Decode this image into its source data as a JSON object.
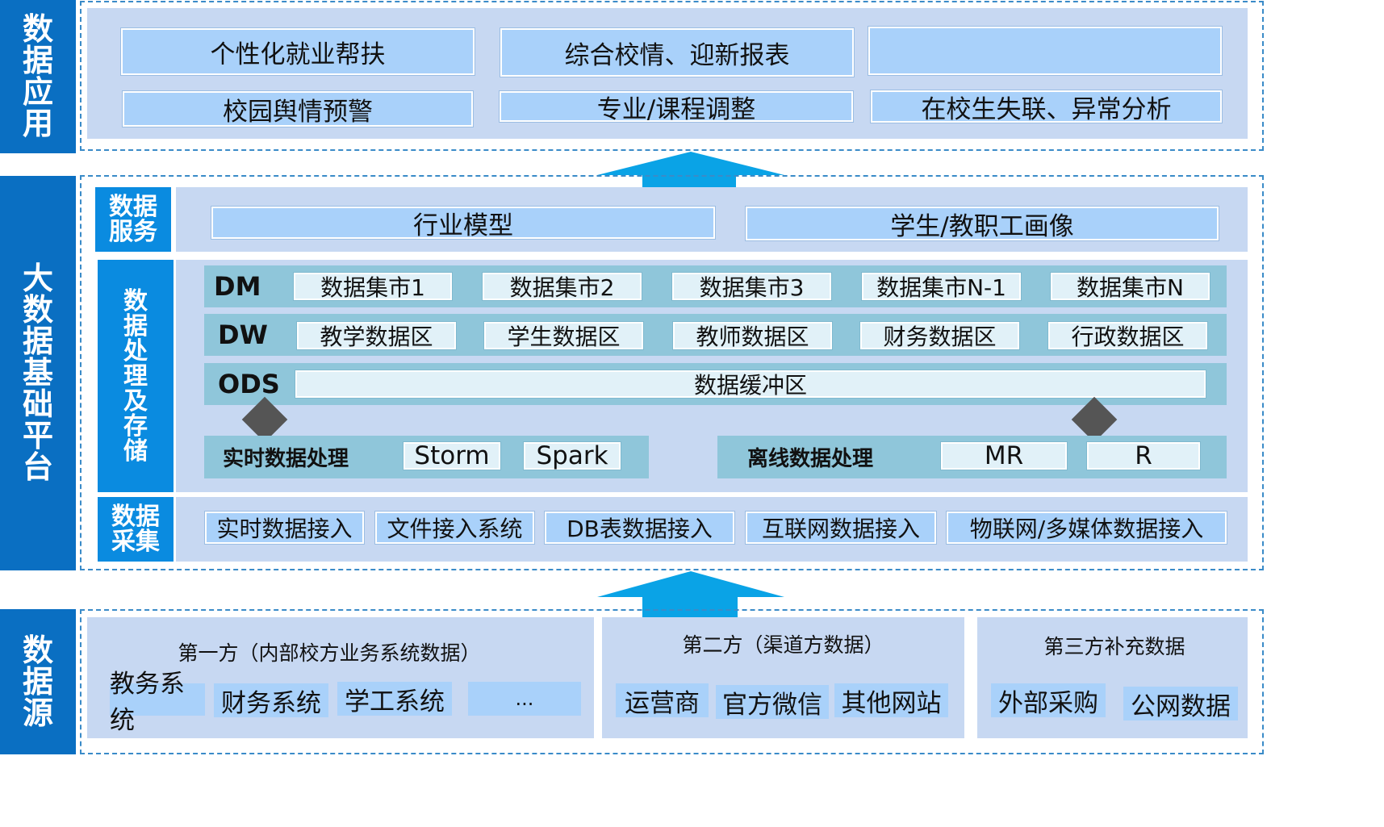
{
  "side_labels": {
    "app": "数据应用",
    "platform": "大数据基础平台",
    "source": "数据源"
  },
  "application": {
    "row1": [
      "个性化就业帮扶",
      "综合校情、迎新报表",
      ""
    ],
    "row2": [
      "校园舆情预警",
      "专业/课程调整",
      "在校生失联、异常分析"
    ]
  },
  "data_service": {
    "label": "数据服务",
    "items": [
      "行业模型",
      "学生/教职工画像"
    ]
  },
  "processing": {
    "label": "数据处理及存储",
    "dm": {
      "label": "DM",
      "items": [
        "数据集市1",
        "数据集市2",
        "数据集市3",
        "数据集市N-1",
        "数据集市N"
      ]
    },
    "dw": {
      "label": "DW",
      "items": [
        "教学数据区",
        "学生数据区",
        "教师数据区",
        "财务数据区",
        "行政数据区"
      ]
    },
    "ods": {
      "label": "ODS",
      "item": "数据缓冲区"
    },
    "realtime": {
      "label": "实时数据处理",
      "items": [
        "Storm",
        "Spark"
      ]
    },
    "offline": {
      "label": "离线数据处理",
      "items": [
        "MR",
        "R"
      ]
    }
  },
  "collection": {
    "label": "数据采集",
    "items": [
      "实时数据接入",
      "文件接入系统",
      "DB表数据接入",
      "互联网数据接入",
      "物联网/多媒体数据接入"
    ]
  },
  "sources": {
    "first": {
      "title": "第一方（内部校方业务系统数据）",
      "items": [
        "教务系统",
        "财务系统",
        "学工系统",
        "..."
      ]
    },
    "second": {
      "title": "第二方（渠道方数据）",
      "items": [
        "运营商",
        "官方微信",
        "其他网站"
      ]
    },
    "third": {
      "title": "第三方补充数据",
      "items": [
        "外部采购",
        "公网数据"
      ]
    }
  },
  "colors": {
    "side_blue": "#0a6fc2",
    "label_blue": "#0a8be0",
    "arrow_blue": "#0aa3e6",
    "panel": "#c7d8f2",
    "light_box": "#a9d1fa",
    "row": "#8fc6da",
    "cell": "#e1f1f8"
  }
}
